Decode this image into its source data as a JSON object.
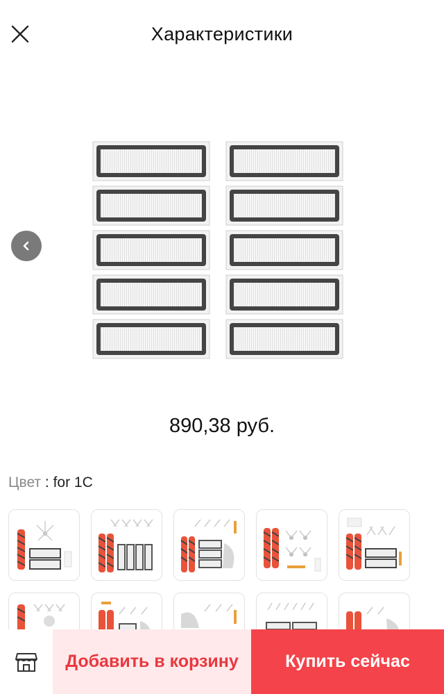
{
  "header": {
    "title": "Характеристики",
    "close_icon": "close-icon"
  },
  "gallery": {
    "prev_icon": "chevron-left-icon"
  },
  "product": {
    "price": "890,38 руб."
  },
  "color": {
    "label": "Цвет",
    "separator": " : ",
    "value": "for 1C"
  },
  "bottom_bar": {
    "store_icon": "store-icon",
    "add_to_cart_label": "Добавить в корзину",
    "buy_now_label": "Купить сейчас"
  },
  "colors": {
    "accent": "#f4434a",
    "cart_bg": "#ffe9ea",
    "cart_text": "#e8383f",
    "brush_orange": "#e8533a"
  }
}
